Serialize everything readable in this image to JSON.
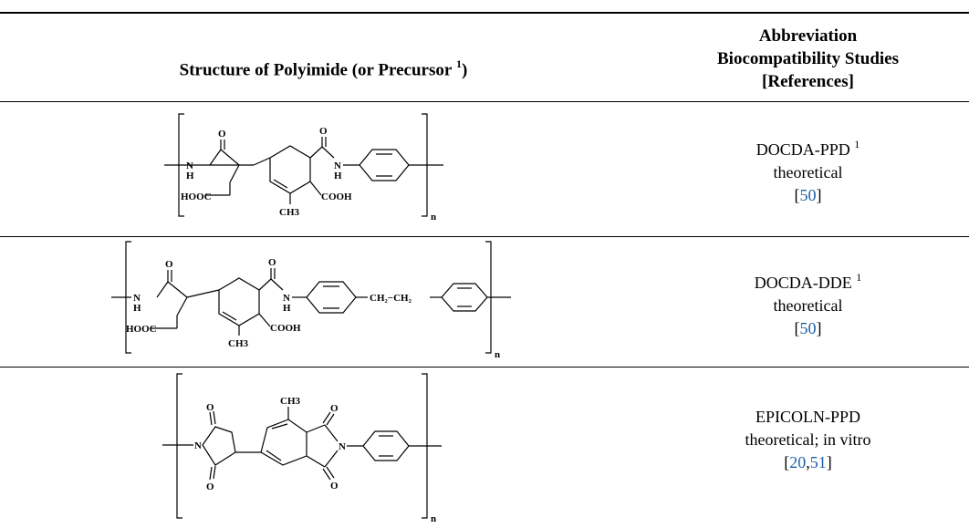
{
  "header": {
    "col1": "Structure of Polyimide (or Precursor",
    "col1_sup": "1",
    "col1_close": ")",
    "col2_line1": "Abbreviation",
    "col2_line2": "Biocompatibility Studies",
    "col2_line3": "[References]"
  },
  "rows": [
    {
      "abbr": "DOCDA-PPD",
      "sup": "1",
      "study": "theoretical",
      "refs": [
        "50"
      ],
      "labels": {
        "o1": "O",
        "o2": "O",
        "nh1": "N",
        "h1": "H",
        "nh2": "N",
        "h2": "H",
        "hooc": "HOOC",
        "cooh": "COOH",
        "ch3": "CH3",
        "n": "n"
      }
    },
    {
      "abbr": "DOCDA-DDE",
      "sup": "1",
      "study": "theoretical",
      "refs": [
        "50"
      ],
      "labels": {
        "o1": "O",
        "o2": "O",
        "nh1": "N",
        "h1": "H",
        "nh2": "N",
        "h2": "H",
        "hooc": "HOOC",
        "cooh": "COOH",
        "ch3": "CH3",
        "bridge": "CH₂−CH₂",
        "n": "n"
      }
    },
    {
      "abbr": "EPICOLN-PPD",
      "sup": "",
      "study": "theoretical; in vitro",
      "refs": [
        "20",
        "51"
      ],
      "labels": {
        "o1": "O",
        "o2": "O",
        "o3": "O",
        "o4": "O",
        "n1": "N",
        "n2": "N",
        "ch3": "CH3",
        "n": "n"
      }
    }
  ]
}
